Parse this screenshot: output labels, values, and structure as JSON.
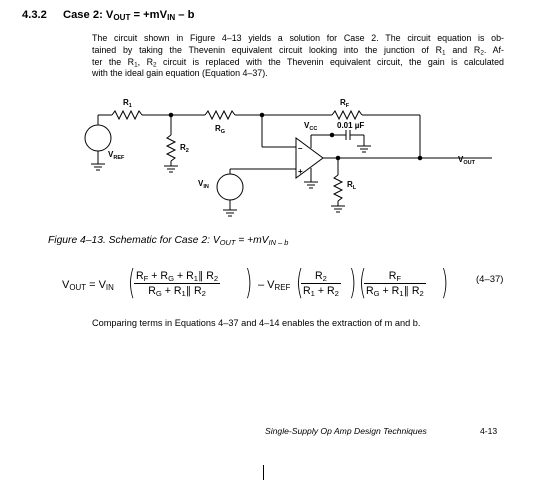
{
  "section": {
    "number": "4.3.2",
    "title_prefix": "Case 2: V",
    "title_sub1": "OUT",
    "title_mid": " = +mV",
    "title_sub2": "IN",
    "title_suffix": " – b"
  },
  "paragraph": {
    "line1": "The circuit shown in Figure 4–13 yields a solution for Case 2. The circuit equation is ob-",
    "line2_a": "tained by taking the Thevenin equivalent circuit looking into the junction of R",
    "line2_s1": "1",
    "line2_b": " and R",
    "line2_s2": "2",
    "line2_c": ". Af-",
    "line3_a": "ter the R",
    "line3_s1": "1",
    "line3_b": ", R",
    "line3_s2": "2",
    "line3_c": " circuit is replaced with the Thevenin equivalent circuit, the gain is calculated",
    "line4": "with the ideal gain equation (Equation 4–37)."
  },
  "schematic": {
    "labels": {
      "r1": "R",
      "r1_sub": "1",
      "rf": "R",
      "rf_sub": "F",
      "rg": "R",
      "rg_sub": "G",
      "r2": "R",
      "r2_sub": "2",
      "vcc": "V",
      "vcc_sub": "CC",
      "cap": "0.01 µF",
      "vref": "V",
      "vref_sub": "REF",
      "vin": "V",
      "vin_sub": "IN",
      "vout": "V",
      "vout_sub": "OUT",
      "rl": "R",
      "rl_sub": "L",
      "minus": "–",
      "plus": "+"
    }
  },
  "figure": {
    "caption_prefix": "Figure 4–13.  Schematic for Case 2: V",
    "caption_sub1": "OUT",
    "caption_mid": " = +mV",
    "caption_sub2": "IN – b"
  },
  "equation": {
    "vout": "V",
    "vout_sub": "OUT",
    "eq": " = V",
    "vin_sub": "IN",
    "frac1_num": "R",
    "frac1_num_s1": "F",
    "frac1_num_b": " + R",
    "frac1_num_s2": "G",
    "frac1_num_c": " + R",
    "frac1_num_s3": "1",
    "frac1_num_d": "∥ R",
    "frac1_num_s4": "2",
    "frac1_den": "R",
    "frac1_den_s1": "G",
    "frac1_den_b": " + R",
    "frac1_den_s2": "1",
    "frac1_den_c": "∥ R",
    "frac1_den_s3": "2",
    "minus_vref": " – V",
    "vref_sub": "REF",
    "frac2_num": "R",
    "frac2_num_s": "2",
    "frac2_den": "R",
    "frac2_den_s1": "1",
    "frac2_den_b": " + R",
    "frac2_den_s2": "2",
    "frac3_num": "R",
    "frac3_num_s": "F",
    "frac3_den": "R",
    "frac3_den_s1": "G",
    "frac3_den_b": " + R",
    "frac3_den_s2": "1",
    "frac3_den_c": "∥ R",
    "frac3_den_s3": "2",
    "number": "(4–37)"
  },
  "comparing": "Comparing terms in Equations 4–37 and 4–14 enables the extraction of m and b.",
  "footer": {
    "title": "Single-Supply Op Amp Design Techniques",
    "page": "4-13"
  }
}
